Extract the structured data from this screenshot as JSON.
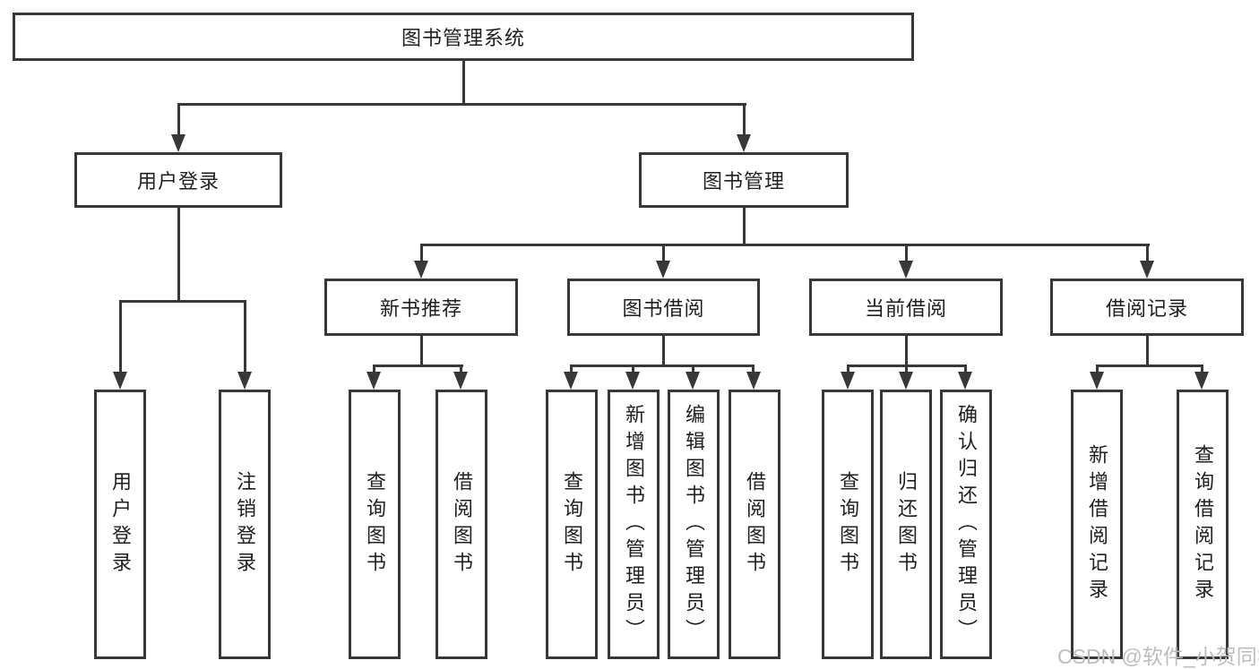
{
  "diagram": {
    "root": "图书管理系统",
    "level2": [
      "用户登录",
      "图书管理"
    ],
    "level3": [
      "新书推荐",
      "图书借阅",
      "当前借阅",
      "借阅记录"
    ],
    "leaves": {
      "user_login": [
        "用户登录",
        "注销登录"
      ],
      "new_books": [
        "查询图书",
        "借阅图书"
      ],
      "book_borrow": [
        "查询图书",
        "新增图书（管理员）",
        "编辑图书（管理员）",
        "借阅图书"
      ],
      "current_borrow": [
        "查询图书",
        "归还图书",
        "确认归还（管理员）"
      ],
      "borrow_records": [
        "新增借阅记录",
        "查询借阅记录"
      ]
    }
  },
  "watermark": "CSDN @软件_小贺同学",
  "colors": {
    "line": "#383838",
    "text": "#1f1f1f",
    "watermark": "#bdbdbd",
    "background": "#ffffff"
  }
}
